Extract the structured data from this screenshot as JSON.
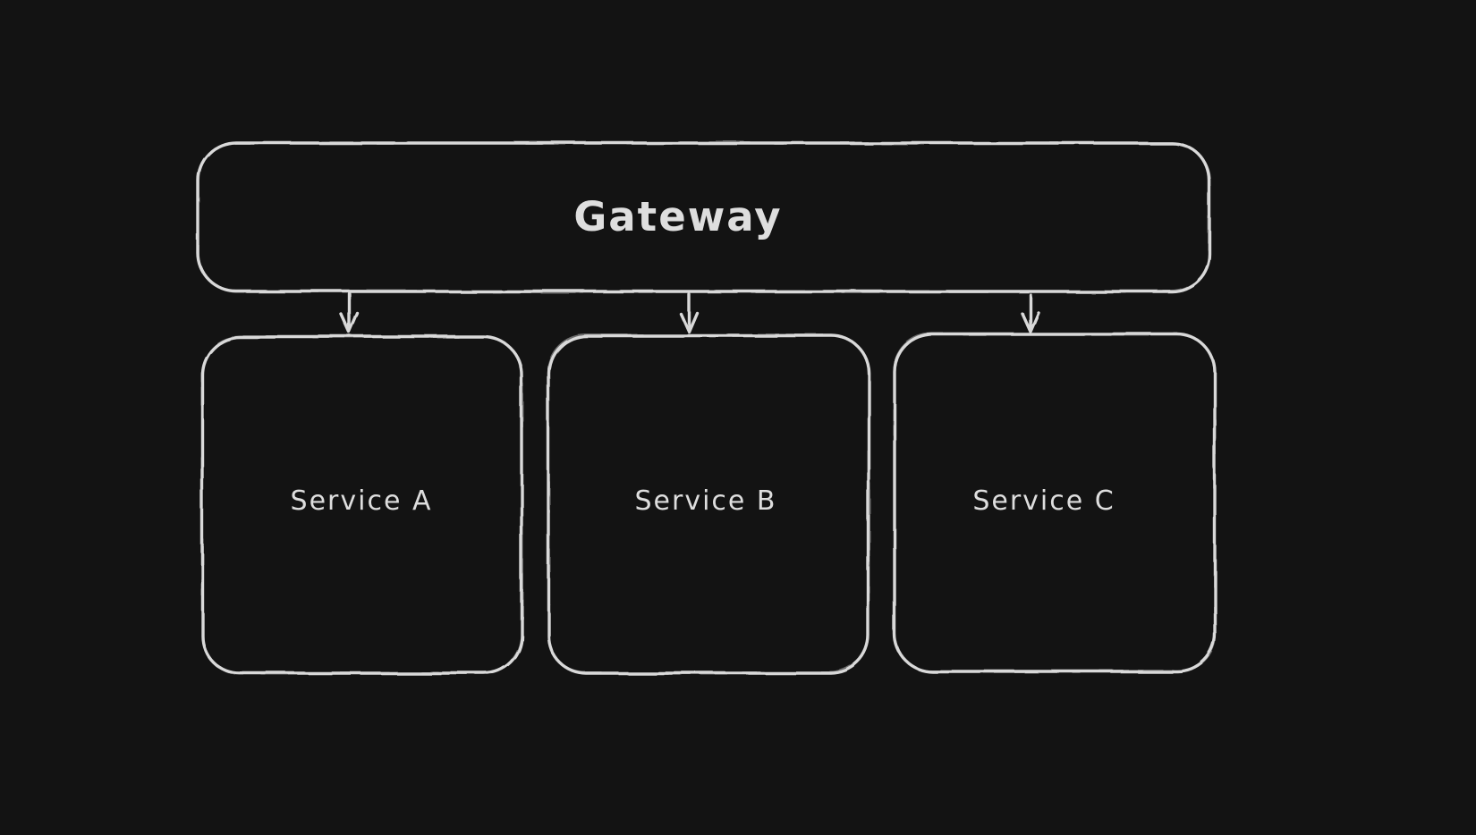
{
  "diagram": {
    "colors": {
      "background": "#131313",
      "stroke": "#d9d9d9",
      "text": "#dedede"
    },
    "nodes": [
      {
        "id": "gateway",
        "label": "Gateway"
      },
      {
        "id": "service-a",
        "label": "Service A"
      },
      {
        "id": "service-b",
        "label": "Service B"
      },
      {
        "id": "service-c",
        "label": "Service C"
      }
    ],
    "edges": [
      {
        "from": "gateway",
        "to": "service-a"
      },
      {
        "from": "gateway",
        "to": "service-b"
      },
      {
        "from": "gateway",
        "to": "service-c"
      }
    ]
  }
}
